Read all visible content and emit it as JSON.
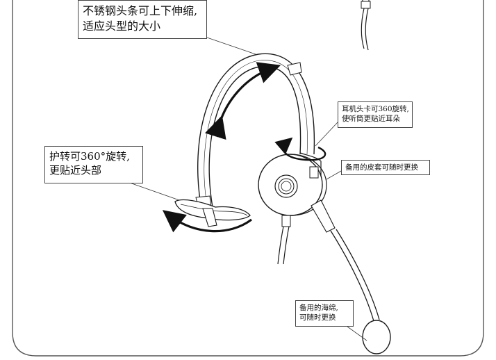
{
  "callouts": {
    "headband": {
      "line1": "不锈钢头条可上下伸缩,",
      "line2": "适应头型的大小"
    },
    "rotate": {
      "line1": "护转可360°旋转,",
      "line2": "更贴近头部"
    },
    "ear_clip": {
      "line1": "耳机头卡可360旋转,",
      "line2": "使听筒更贴近耳朵"
    },
    "ear_cover": {
      "line1": "备用的皮套可随时更换"
    },
    "mic_foam": {
      "line1": "备用的海绵,",
      "line2": "可随时更换"
    }
  },
  "colors": {
    "line": "#1a1a1a",
    "frame": "#555555",
    "arrow": "#111111"
  }
}
